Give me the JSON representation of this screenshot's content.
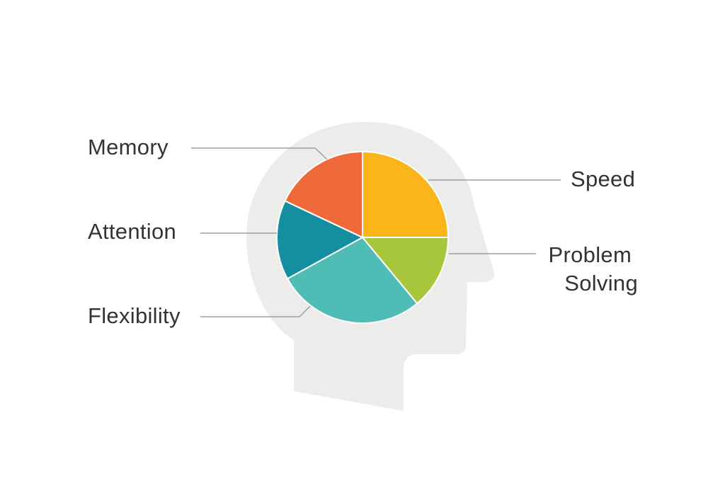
{
  "chart_data": {
    "type": "pie",
    "title": "",
    "slices": [
      {
        "label": "Speed",
        "value": 25,
        "color": "#f9b51a"
      },
      {
        "label": "Problem Solving",
        "value": 14,
        "color": "#a7c63b"
      },
      {
        "label": "Flexibility",
        "value": 28,
        "color": "#4fbdb5"
      },
      {
        "label": "Attention",
        "value": 15,
        "color": "#138fa0"
      },
      {
        "label": "Memory",
        "value": 18,
        "color": "#f0693b"
      }
    ],
    "background_shape": "head-silhouette",
    "background_color": "#ececeb"
  }
}
